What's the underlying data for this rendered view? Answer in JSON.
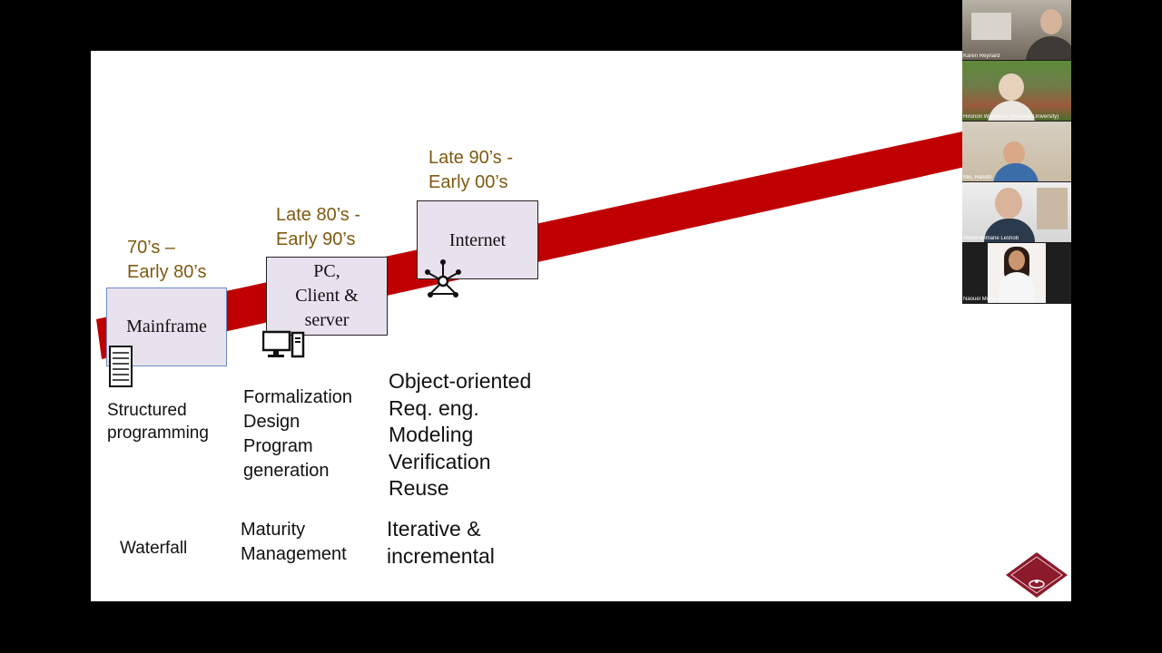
{
  "slide": {
    "eras": [
      {
        "line1": "70’s –",
        "line2": "Early 80’s"
      },
      {
        "line1": "Late 80’s -",
        "line2": "Early 90’s"
      },
      {
        "line1": "Late 90’s -",
        "line2": "Early 00’s"
      }
    ],
    "boxes": {
      "mainframe": "Mainframe",
      "pc": {
        "line1": "PC,",
        "line2": "Client &",
        "line3": "server"
      },
      "internet": "Internet"
    },
    "topics": {
      "col1": [
        "Structured",
        "programming"
      ],
      "col2": [
        "Formalization",
        "Design",
        "Program",
        "generation"
      ],
      "col3": [
        "Object-oriented",
        "Req. eng.",
        "Modeling",
        "Verification",
        "Reuse"
      ]
    },
    "processes": {
      "col1": "Waterfall",
      "col2": [
        "Maturity",
        "Management"
      ],
      "col3": [
        "Iterative &",
        "incremental"
      ]
    },
    "icons": {
      "server": "server-rack-icon",
      "desktop": "desktop-computer-icon",
      "network": "network-hub-icon",
      "logo": "university-logo-icon"
    },
    "colors": {
      "band": "#c00000",
      "box_fill": "#e8e2ee",
      "era_text": "#7f5a10",
      "logo": "#8b1a2b"
    }
  },
  "participants": [
    {
      "name": "Karen Reynard"
    },
    {
      "name": "Hironori Washizaki (Waseda University)"
    },
    {
      "name": "Mili, Hafedh"
    },
    {
      "name": "Abderrahmane Leshob"
    },
    {
      "name": "Naouel Moha"
    }
  ]
}
